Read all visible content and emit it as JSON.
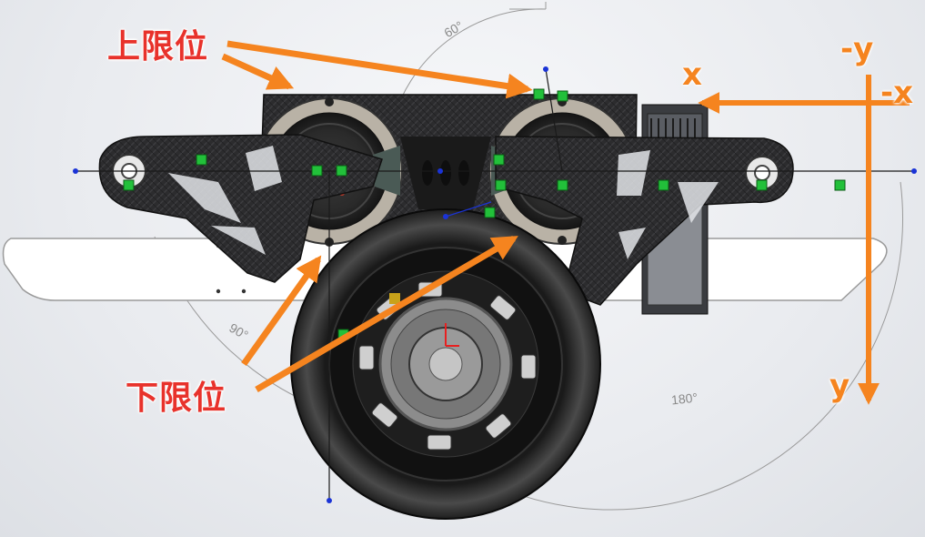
{
  "callouts": {
    "upper_limit": "上限位",
    "lower_limit": "下限位"
  },
  "axes": {
    "x": "x",
    "neg_x": "-x",
    "y": "y",
    "neg_y": "-y"
  },
  "angles": {
    "a60": "60°",
    "a90": "90°",
    "a180": "180°"
  },
  "colors": {
    "callout_red": "#e8322b",
    "arrow_orange": "#f5841f",
    "carbon_dark": "#2b2b2d",
    "sketch_blue": "#1a33d6",
    "relation_green": "#22c03a"
  }
}
